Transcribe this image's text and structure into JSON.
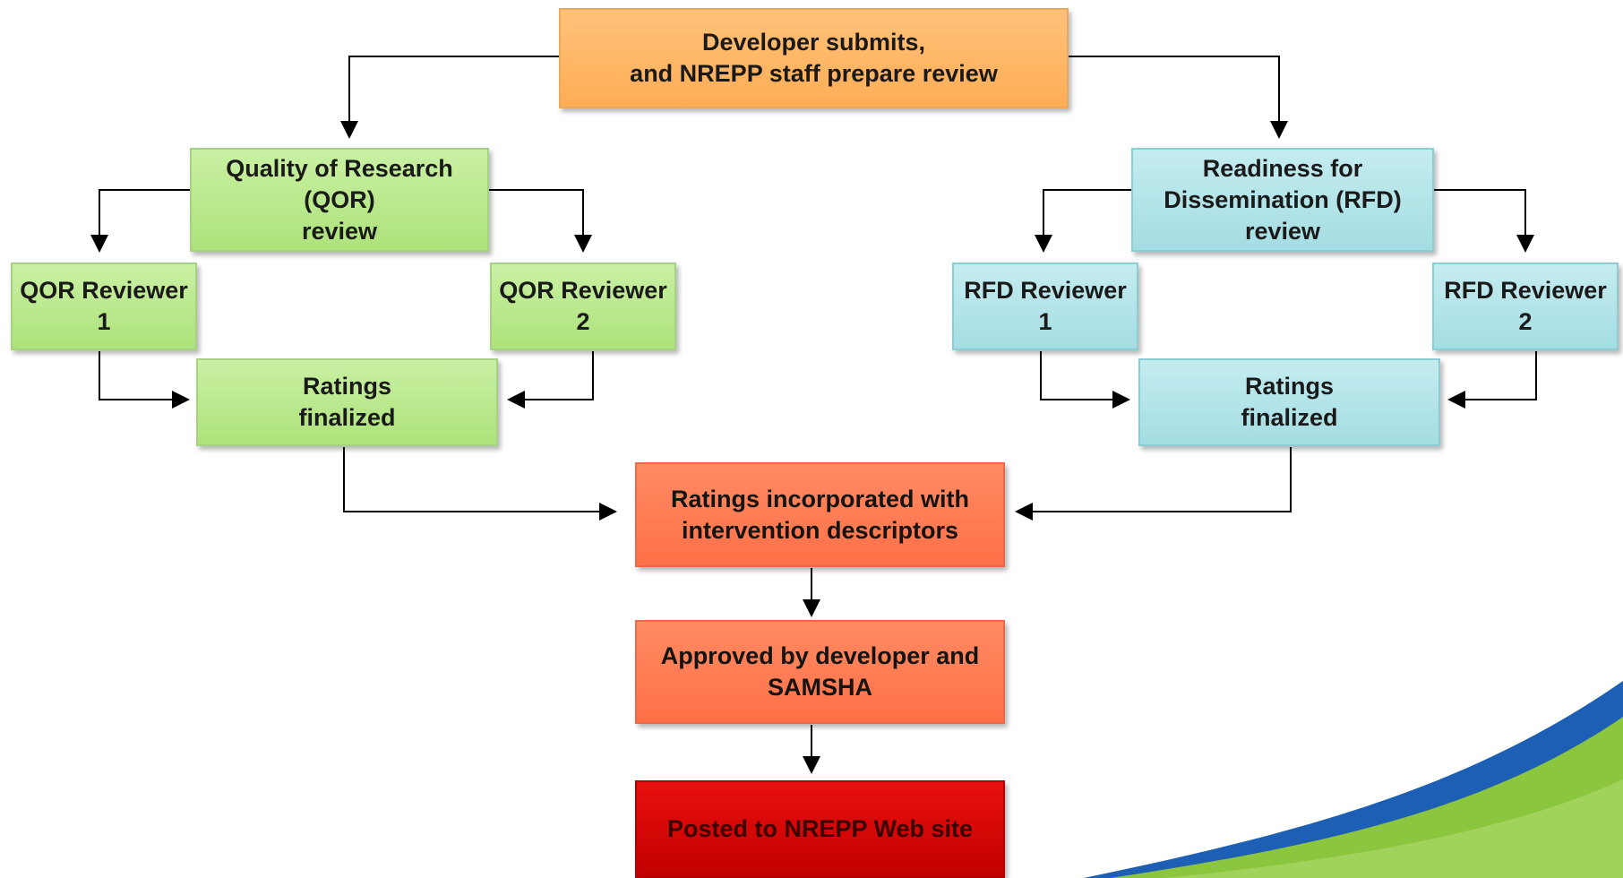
{
  "nodes": {
    "developer": "Developer submits,\nand NREPP staff prepare review",
    "qor_review": "Quality of Research\n(QOR)\nreview",
    "rfd_review": "Readiness for\nDissemination (RFD)\nreview",
    "qor_reviewer_1": "QOR Reviewer\n1",
    "qor_reviewer_2": "QOR Reviewer\n2",
    "rfd_reviewer_1": "RFD Reviewer\n1",
    "rfd_reviewer_2": "RFD Reviewer\n2",
    "qor_ratings_finalized": "Ratings\nfinalized",
    "rfd_ratings_finalized": "Ratings\nfinalized",
    "ratings_incorporated": "Ratings incorporated with\nintervention descriptors",
    "approved": "Approved by developer and\nSAMSHA",
    "posted": "Posted to NREPP Web site"
  },
  "colors": {
    "qor_branch": "#aee27a",
    "rfd_branch": "#a4dde2",
    "start": "#ffad55",
    "merge": "#ff7048",
    "final": "#c80000",
    "swoosh_blue": "#1d5fb4",
    "swoosh_green": "#8cc63f"
  }
}
